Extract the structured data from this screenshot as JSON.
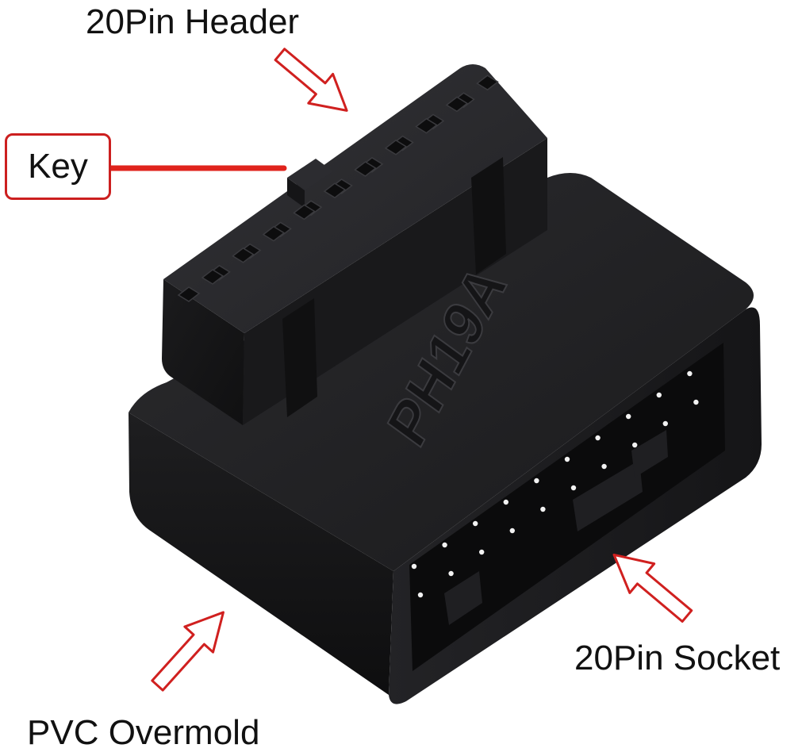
{
  "callouts": {
    "header": "20Pin Header",
    "key": "Key",
    "socket": "20Pin Socket",
    "overmold": "PVC Overmold"
  },
  "product": {
    "model_marking": "PH19A"
  },
  "colors": {
    "arrow_outline": "#d0201f",
    "key_line": "#e0231c",
    "body": "#1d1d1f",
    "body_highlight": "#2e2e31",
    "body_shadow": "#0c0c0d",
    "pin": "#f2f2f2"
  },
  "icons": {
    "callout_arrow": "outlined-arrow-icon"
  }
}
